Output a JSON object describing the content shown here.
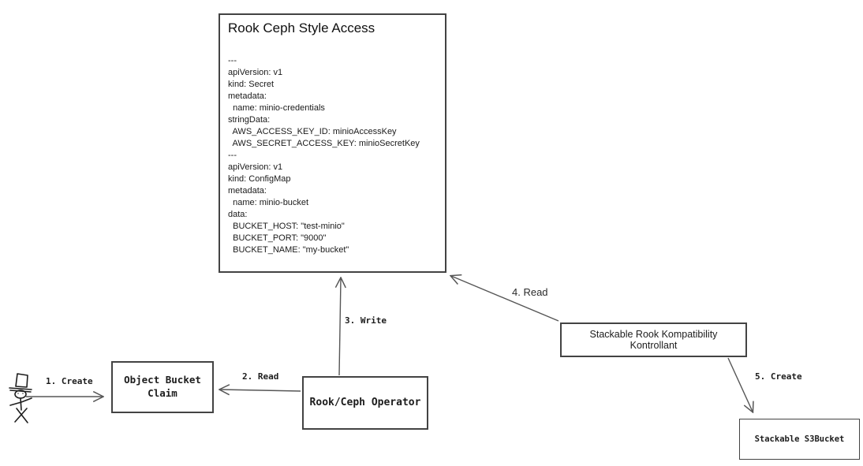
{
  "main_box": {
    "title": "Rook Ceph Style Access",
    "yaml": "---\napiVersion: v1\nkind: Secret\nmetadata:\n  name: minio-credentials\nstringData:\n  AWS_ACCESS_KEY_ID: minioAccessKey\n  AWS_SECRET_ACCESS_KEY: minioSecretKey\n---\napiVersion: v1\nkind: ConfigMap\nmetadata:\n  name: minio-bucket\ndata:\n  BUCKET_HOST: \"test-minio\"\n  BUCKET_PORT: \"9000\"\n  BUCKET_NAME: \"my-bucket\""
  },
  "nodes": {
    "object_bucket_claim": "Object Bucket\nClaim",
    "rook_ceph_operator": "Rook/Ceph Operator",
    "stackable_kontrollant": "Stackable Rook Kompatibility Kontrollant",
    "stackable_s3bucket": "Stackable S3Bucket"
  },
  "edges": {
    "create_obc": "1. Create",
    "read_obc": "2. Read",
    "write_resources": "3. Write",
    "read_resources": "4. Read",
    "create_s3bucket": "5. Create"
  },
  "actor": {
    "name": "user"
  },
  "colors": {
    "background": "#ffffff",
    "line": "#565656",
    "border": "#434343",
    "text": "#1c1c1c"
  }
}
